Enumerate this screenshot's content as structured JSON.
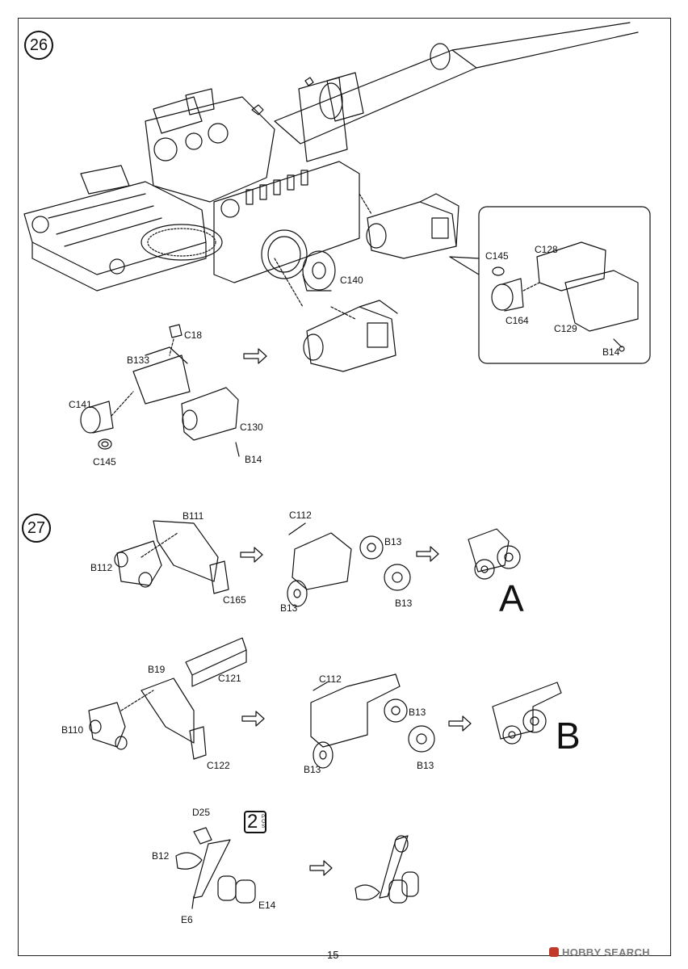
{
  "page_number": "15",
  "watermark": "HOBBY SEARCH",
  "steps": {
    "s26": {
      "number": "26",
      "inset_labels": {
        "c145": "C145",
        "c128": "C128",
        "c164": "C164",
        "c129": "C129",
        "b14": "B14"
      },
      "main_labels": {
        "c140": "C140"
      },
      "sub_labels": {
        "c18": "C18",
        "b133": "B133",
        "c141": "C141",
        "c130": "C130",
        "c145": "C145",
        "b14": "B14"
      }
    },
    "s27": {
      "number": "27",
      "row_a": {
        "labels": {
          "b111": "B111",
          "b112": "B112",
          "c165": "C165",
          "c112": "C112",
          "b13_top": "B13",
          "b13_left": "B13",
          "b13_right": "B13"
        },
        "result": "A"
      },
      "row_b": {
        "labels": {
          "b19": "B19",
          "c121": "C121",
          "b110": "B110",
          "c122": "C122",
          "c112": "C112",
          "b13_top": "B13",
          "b13_left": "B13",
          "b13_right": "B13"
        },
        "result": "B"
      },
      "row_c": {
        "labels": {
          "d25": "D25",
          "b12": "B12",
          "e6": "E6",
          "e14": "E14"
        },
        "qty": "2",
        "qty_unit": "PCS"
      }
    }
  }
}
